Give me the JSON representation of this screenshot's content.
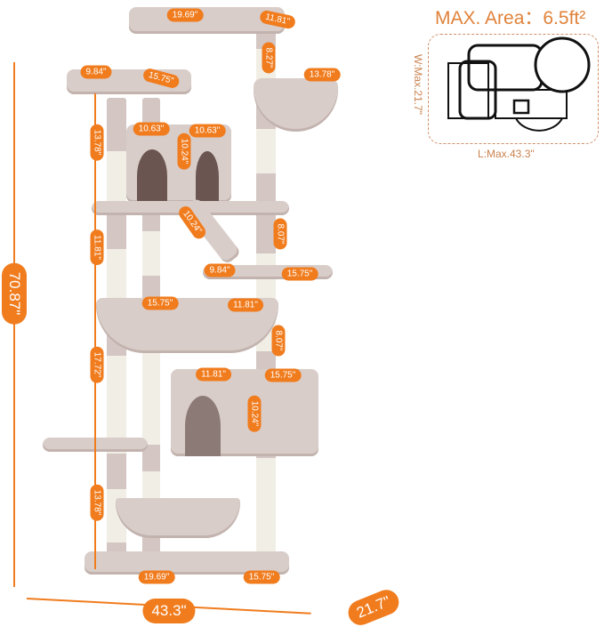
{
  "area": {
    "title": "MAX. Area：6.5ft²",
    "width_label": "W:Max.21.7\"",
    "length_label": "L:Max.43.3\""
  },
  "colors": {
    "accent": "#f07c1e",
    "plush": "#d9cdc9",
    "sisal": "#f1eee6"
  },
  "dimensions": {
    "total_height": "70.87\"",
    "total_length": "43.3\"",
    "total_width": "21.7\"",
    "top_perch_length": "19.69\"",
    "top_perch_width": "11.81\"",
    "top_gap": "8.27\"",
    "basket_top": "13.78\"",
    "upper_left_perch_a": "9.84\"",
    "upper_left_perch_b": "15.75\"",
    "upper_post": "13.78\"",
    "condo_top_a": "10.63\"",
    "condo_top_b": "10.63\"",
    "condo_height": "10.24\"",
    "ramp": "10.24\"",
    "gap_right": "8.07\"",
    "mid_post": "11.81\"",
    "step_a": "9.84\"",
    "step_b": "15.75\"",
    "hammock_a": "15.75\"",
    "hammock_b": "11.81\"",
    "gap_right_2": "8.07\"",
    "lower_post": "17.72\"",
    "lower_condo_a": "11.81\"",
    "lower_condo_b": "15.75\"",
    "lower_condo_height": "10.24\"",
    "bottom_post": "13.78\"",
    "base_length": "19.69\"",
    "base_width": "15.75\""
  }
}
